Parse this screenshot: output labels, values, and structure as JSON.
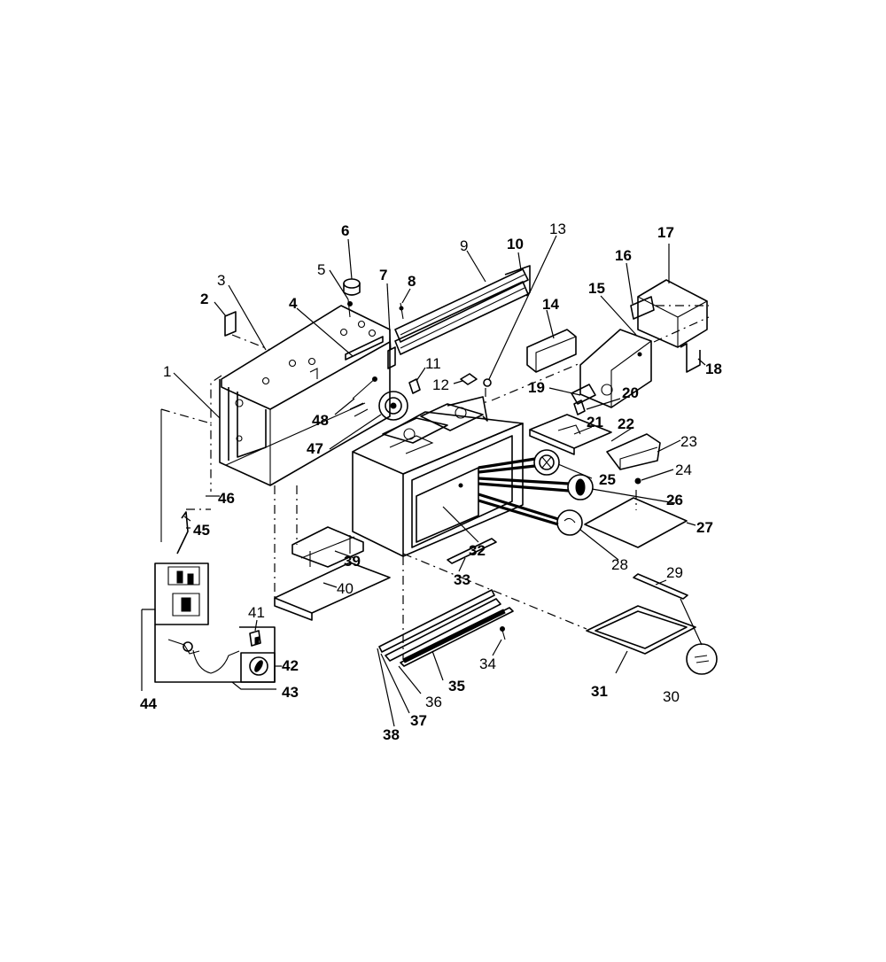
{
  "diagram": {
    "callouts": [
      {
        "id": "label-1",
        "text": "1",
        "bold": false
      },
      {
        "id": "label-2",
        "text": "2",
        "bold": true
      },
      {
        "id": "label-3",
        "text": "3",
        "bold": false
      },
      {
        "id": "label-4",
        "text": "4",
        "bold": true
      },
      {
        "id": "label-5",
        "text": "5",
        "bold": false
      },
      {
        "id": "label-6",
        "text": "6",
        "bold": true
      },
      {
        "id": "label-7",
        "text": "7",
        "bold": true
      },
      {
        "id": "label-8",
        "text": "8",
        "bold": true
      },
      {
        "id": "label-9",
        "text": "9",
        "bold": false
      },
      {
        "id": "label-10",
        "text": "10",
        "bold": true
      },
      {
        "id": "label-11",
        "text": "11",
        "bold": false
      },
      {
        "id": "label-12",
        "text": "12",
        "bold": false
      },
      {
        "id": "label-13",
        "text": "13",
        "bold": false
      },
      {
        "id": "label-14",
        "text": "14",
        "bold": true
      },
      {
        "id": "label-15",
        "text": "15",
        "bold": true
      },
      {
        "id": "label-16",
        "text": "16",
        "bold": true
      },
      {
        "id": "label-17",
        "text": "17",
        "bold": true
      },
      {
        "id": "label-18",
        "text": "18",
        "bold": true
      },
      {
        "id": "label-19",
        "text": "19",
        "bold": true
      },
      {
        "id": "label-20",
        "text": "20",
        "bold": true
      },
      {
        "id": "label-21",
        "text": "21",
        "bold": true
      },
      {
        "id": "label-22",
        "text": "22",
        "bold": true
      },
      {
        "id": "label-23",
        "text": "23",
        "bold": false
      },
      {
        "id": "label-24",
        "text": "24",
        "bold": false
      },
      {
        "id": "label-25",
        "text": "25",
        "bold": true
      },
      {
        "id": "label-26",
        "text": "26",
        "bold": true
      },
      {
        "id": "label-27",
        "text": "27",
        "bold": true
      },
      {
        "id": "label-28",
        "text": "28",
        "bold": false
      },
      {
        "id": "label-29",
        "text": "29",
        "bold": false
      },
      {
        "id": "label-30",
        "text": "30",
        "bold": false
      },
      {
        "id": "label-31",
        "text": "31",
        "bold": true
      },
      {
        "id": "label-32",
        "text": "32",
        "bold": true
      },
      {
        "id": "label-33",
        "text": "33",
        "bold": true
      },
      {
        "id": "label-34",
        "text": "34",
        "bold": false
      },
      {
        "id": "label-35",
        "text": "35",
        "bold": true
      },
      {
        "id": "label-36",
        "text": "36",
        "bold": false
      },
      {
        "id": "label-37",
        "text": "37",
        "bold": true
      },
      {
        "id": "label-38",
        "text": "38",
        "bold": true
      },
      {
        "id": "label-39",
        "text": "39",
        "bold": true
      },
      {
        "id": "label-40",
        "text": "40",
        "bold": false
      },
      {
        "id": "label-41",
        "text": "41",
        "bold": false
      },
      {
        "id": "label-42",
        "text": "42",
        "bold": true
      },
      {
        "id": "label-43",
        "text": "43",
        "bold": true
      },
      {
        "id": "label-44",
        "text": "44",
        "bold": true
      },
      {
        "id": "label-45",
        "text": "45",
        "bold": true
      },
      {
        "id": "label-46",
        "text": "46",
        "bold": true
      },
      {
        "id": "label-47",
        "text": "47",
        "bold": true
      },
      {
        "id": "label-48",
        "text": "48",
        "bold": true
      }
    ]
  }
}
